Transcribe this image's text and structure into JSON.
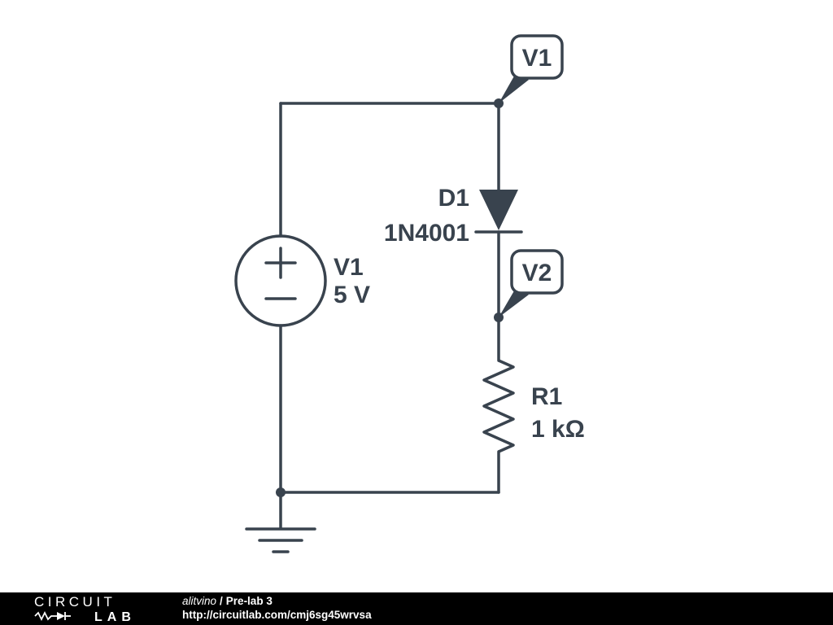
{
  "colors": {
    "line": "#39434e",
    "background": "#ffffff",
    "footer_background": "#000000",
    "footer_text": "#ffffff"
  },
  "circuit": {
    "source": {
      "name": "V1",
      "value": "5 V"
    },
    "diode": {
      "name": "D1",
      "part": "1N4001"
    },
    "resistor": {
      "name": "R1",
      "value": "1 kΩ"
    },
    "nodes": [
      {
        "label": "V1"
      },
      {
        "label": "V2"
      }
    ]
  },
  "footer": {
    "brand_top": "CIRCUIT",
    "brand_bottom": "LAB",
    "credit_author": "alitvino",
    "credit_sep": "/",
    "credit_title": "Pre-lab 3",
    "url": "http://circuitlab.com/cmj6sg45wrvsa"
  }
}
